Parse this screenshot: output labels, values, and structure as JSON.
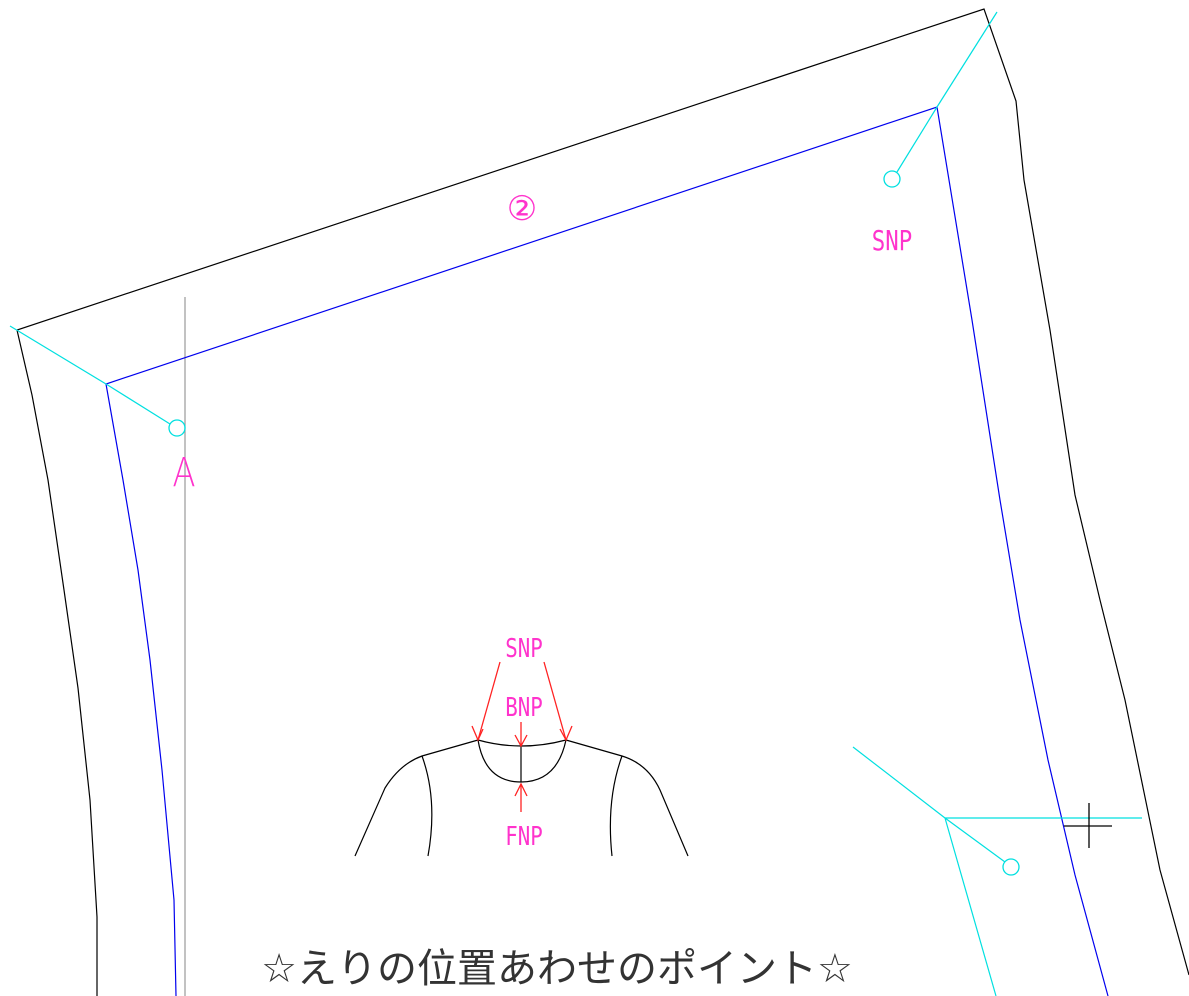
{
  "colors": {
    "background": "#ffffff",
    "outline": "#000000",
    "seam_line": "#0000ee",
    "guide": "#00e0e0",
    "reference": "#999999",
    "label": "#ff33cc",
    "arrow": "#ff2222",
    "caption": "#333333"
  },
  "pattern": {
    "piece_number": "②",
    "label_snp": "SNP",
    "label_a": "A"
  },
  "figure": {
    "snp": "SNP",
    "bnp": "BNP",
    "fnp": "FNP"
  },
  "caption": "☆えりの位置あわせのポイント☆",
  "icons": {
    "cursor": "crosshair-icon",
    "notch_marker": "circle-marker-icon"
  }
}
